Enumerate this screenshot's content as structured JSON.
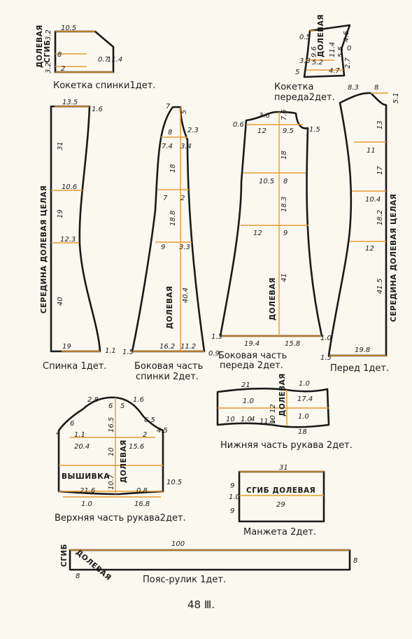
{
  "colors": {
    "outline": "#1a1a1a",
    "guide": "#e79a33",
    "paper": "#fbf8f0"
  },
  "pieces": {
    "back_yoke": {
      "title": "Кокетка спинки1дет.",
      "grain": "ДОЛЕВАЯ",
      "fold": "СГИБ",
      "dims": {
        "top": "10.5",
        "left_top": "3.2",
        "left_bottom": "3.2",
        "mid": "8",
        "right_a": "0.7",
        "right_b": "11.4",
        "bottom": "2"
      }
    },
    "front_yoke": {
      "title": "Кокетка переда2дет.",
      "grain": "ДОЛЕВАЯ",
      "dims": {
        "top_left": "0.5",
        "top_right": "4.6",
        "a": "9.6",
        "b": "11.4",
        "c": "5.5",
        "d": "0",
        "e": "3.3",
        "f": "5.2",
        "g": "5",
        "h": "4.7",
        "i": "2.7"
      }
    },
    "back": {
      "title": "Спинка 1дет.",
      "grain": "СЕРЕДИНА ДОЛЕВАЯ ЦЕЛАЯ",
      "dims": {
        "top": "13.5",
        "top_right": "1.6",
        "upper": "31",
        "chest": "10.6",
        "mid": "19",
        "waist": "12.3",
        "lower": "40",
        "hem": "19",
        "hem_right": "1.1"
      }
    },
    "back_side": {
      "title": "Боковая часть спинки 2дет.",
      "grain": "ДОЛЕВАЯ",
      "dims": {
        "top": "7",
        "top_right": "5",
        "a": "8",
        "b": "2.3",
        "c": "7.4",
        "d": "3.4",
        "e": "18",
        "f": "7",
        "g": "2",
        "h": "18.8",
        "i": "9",
        "j": "3.3",
        "k": "40.4",
        "l": "1.5",
        "m": "16.2",
        "n": "11.2",
        "o": "0.9"
      }
    },
    "front_side": {
      "title": "Боковая часть переда 2дет.",
      "grain": "ДОЛЕВАЯ",
      "dims": {
        "a": "3.6",
        "b": "7.6",
        "c": "0.6",
        "d": "12",
        "e": "9.5",
        "f": "1.5",
        "g": "18",
        "h": "10.5",
        "i": "8",
        "j": "18.3",
        "k": "12",
        "l": "9",
        "m": "41",
        "n": "1.3",
        "o": "19.4",
        "p": "15.8",
        "q": "1.0"
      }
    },
    "front": {
      "title": "Перед 1дет.",
      "grain": "СЕРЕДИНА ДОЛЕВАЯ ЦЕЛАЯ",
      "dims": {
        "a": "8.3",
        "b": "8",
        "c": "5.1",
        "d": "13",
        "e": "11",
        "f": "17",
        "g": "10.4",
        "h": "18.2",
        "i": "12",
        "j": "41.5",
        "k": "1.5",
        "l": "19.8"
      }
    },
    "lower_sleeve": {
      "title": "Нижняя часть рукава 2дет.",
      "grain": "ДОЛЕВАЯ",
      "dims": {
        "a": "21",
        "b": "1.0",
        "c": "1.0",
        "d": "12",
        "e": "17.4",
        "f": "10",
        "g": "1.0",
        "h": "4",
        "i": "11.5",
        "j": "1.0",
        "k": "10",
        "l": "18"
      }
    },
    "upper_sleeve": {
      "title": "Верхняя часть рукава2дет.",
      "grain": "ДОЛЕВАЯ",
      "embroidery": "ВЫШИВКА",
      "dims": {
        "a": "2.8",
        "b": "6",
        "c": "5",
        "d": "1.6",
        "e": "4",
        "f": "6",
        "g": "6.5",
        "h": "4.5",
        "i": "1.1",
        "j": "16.5",
        "k": "2",
        "l": "20.4",
        "m": "15.6",
        "n": "10",
        "o": "10.7",
        "p": "21.6",
        "q": "0.8",
        "r": "10.5",
        "s": "1.0",
        "t": "16.8"
      }
    },
    "cuff": {
      "title": "Манжета 2дет.",
      "grain": "СГИБ ДОЛЕВАЯ",
      "dims": {
        "top": "31",
        "a": "9",
        "b": "1.0",
        "c": "9",
        "d": "29"
      }
    },
    "belt": {
      "title": "Пояс-рулик 1дет.",
      "fold": "СГИБ",
      "grain": "ДОЛЕВАЯ",
      "dims": {
        "top": "100",
        "left": "8",
        "right": "8"
      }
    }
  },
  "page_number": "48 Ⅲ."
}
